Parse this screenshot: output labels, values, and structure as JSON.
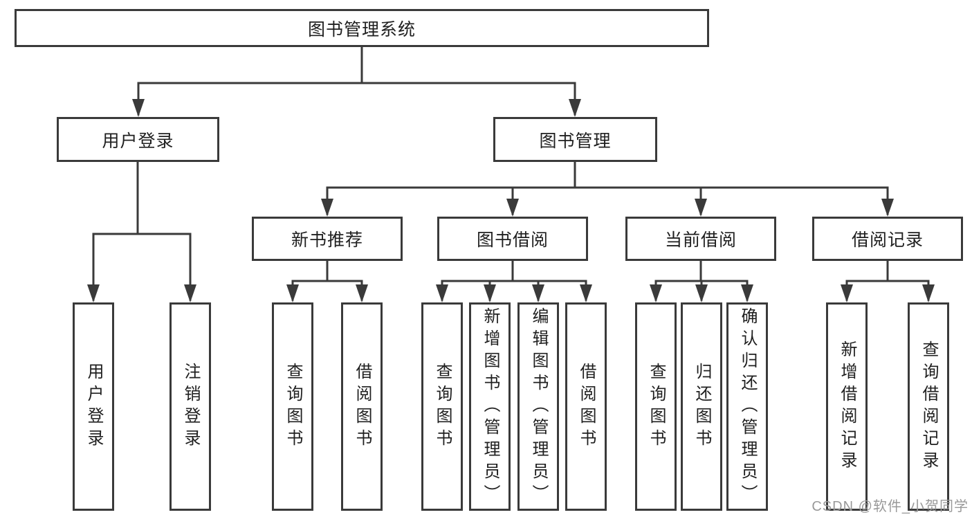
{
  "diagram": {
    "root": "图书管理系统",
    "user_login": {
      "label": "用户登录",
      "children": [
        "用户登录",
        "注销登录"
      ]
    },
    "book_mgmt": {
      "label": "图书管理",
      "sections": [
        {
          "label": "新书推荐",
          "children": [
            "查询图书",
            "借阅图书"
          ]
        },
        {
          "label": "图书借阅",
          "children": [
            "查询图书",
            "新增图书（管理员）",
            "编辑图书（管理员）",
            "借阅图书"
          ]
        },
        {
          "label": "当前借阅",
          "children": [
            "查询图书",
            "归还图书",
            "确认归还（管理员）"
          ]
        },
        {
          "label": "借阅记录",
          "children": [
            "新增借阅记录",
            "查询借阅记录"
          ]
        }
      ]
    }
  },
  "watermark": {
    "text": "CSDN @软件_小贺同学"
  },
  "colors": {
    "line": "#3a3a3a",
    "text": "#1f1f1f",
    "watermark": "#999999",
    "background": "#ffffff"
  }
}
